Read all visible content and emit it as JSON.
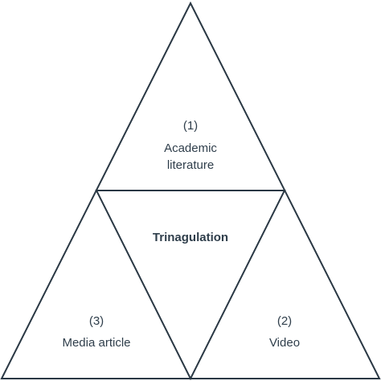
{
  "diagram": {
    "top": {
      "number": "(1)",
      "line1": "Academic",
      "line2": "literature"
    },
    "center": {
      "label": "Trinagulation"
    },
    "left": {
      "number": "(3)",
      "label": "Media article"
    },
    "right": {
      "number": "(2)",
      "label": "Video"
    }
  }
}
